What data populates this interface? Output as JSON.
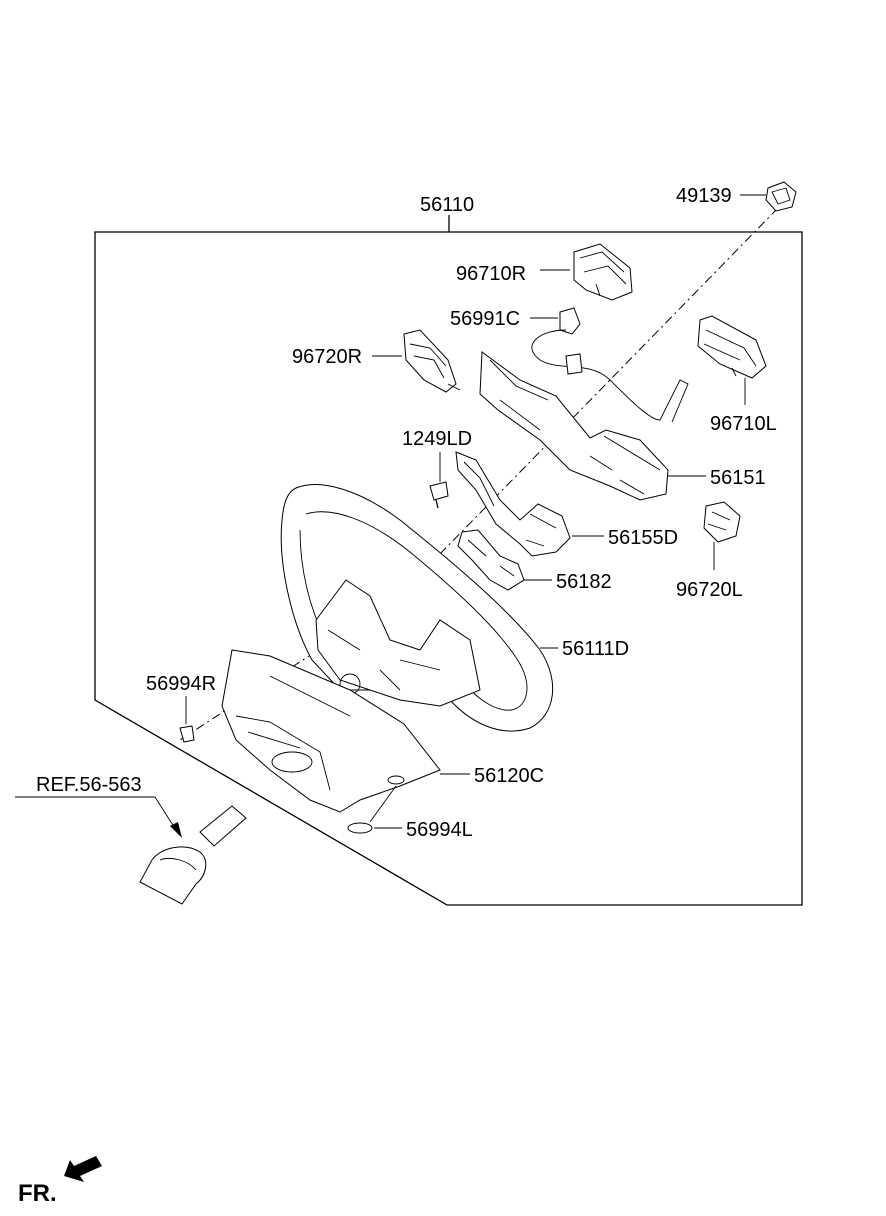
{
  "diagram": {
    "assembly_label": "56110",
    "parts": {
      "p49139": "49139",
      "p96710R": "96710R",
      "p56991C": "56991C",
      "p96720R": "96720R",
      "p96710L": "96710L",
      "p1249LD": "1249LD",
      "p56151": "56151",
      "p56155D": "56155D",
      "p56182": "56182",
      "p96720L": "96720L",
      "p56111D": "56111D",
      "p56994R": "56994R",
      "p56120C": "56120C",
      "p56994L": "56994L"
    },
    "reference_label": "REF.56-563",
    "direction_label": "FR."
  }
}
